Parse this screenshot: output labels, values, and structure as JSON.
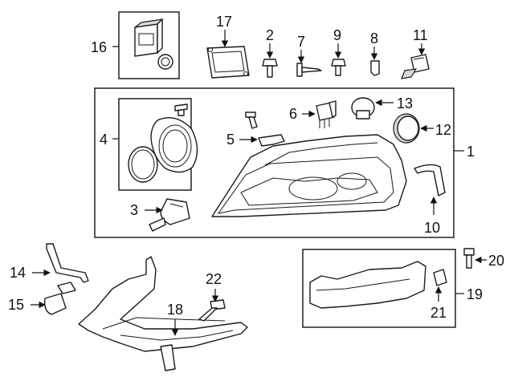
{
  "callouts": {
    "c1": "1",
    "c2": "2",
    "c3": "3",
    "c4": "4",
    "c5": "5",
    "c6": "6",
    "c7": "7",
    "c8": "8",
    "c9": "9",
    "c10": "10",
    "c11": "11",
    "c12": "12",
    "c13": "13",
    "c14": "14",
    "c15": "15",
    "c16": "16",
    "c17": "17",
    "c18": "18",
    "c19": "19",
    "c20": "20",
    "c21": "21",
    "c22": "22"
  },
  "colors": {
    "line": "#1a1a1a",
    "background": "#ffffff",
    "shade": "#d9d9d9"
  }
}
